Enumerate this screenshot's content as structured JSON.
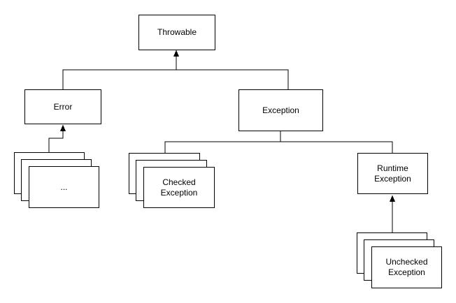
{
  "diagram": {
    "type": "class-hierarchy",
    "nodes": {
      "throwable": {
        "label": "Throwable"
      },
      "error": {
        "label": "Error"
      },
      "exception": {
        "label": "Exception"
      },
      "error_subclasses": {
        "label": "..."
      },
      "checked_exception": {
        "label": "Checked Exception"
      },
      "runtime_exception": {
        "label": "Runtime Exception"
      },
      "unchecked_exception": {
        "label": "Unchecked Exception"
      }
    },
    "edges": [
      {
        "from": "Error",
        "to": "Throwable",
        "style": "arrow-up"
      },
      {
        "from": "Exception",
        "to": "Throwable",
        "style": "arrow-up"
      },
      {
        "from": "...",
        "to": "Error",
        "style": "arrow-up"
      },
      {
        "from": "Checked Exception",
        "to": "Exception",
        "style": "line"
      },
      {
        "from": "Runtime Exception",
        "to": "Exception",
        "style": "line"
      },
      {
        "from": "Unchecked Exception",
        "to": "Runtime Exception",
        "style": "arrow-up"
      }
    ],
    "colors": {
      "stroke": "#000000",
      "node_fill": "#ffffff",
      "text": "#000000",
      "background": "#ffffff"
    }
  }
}
